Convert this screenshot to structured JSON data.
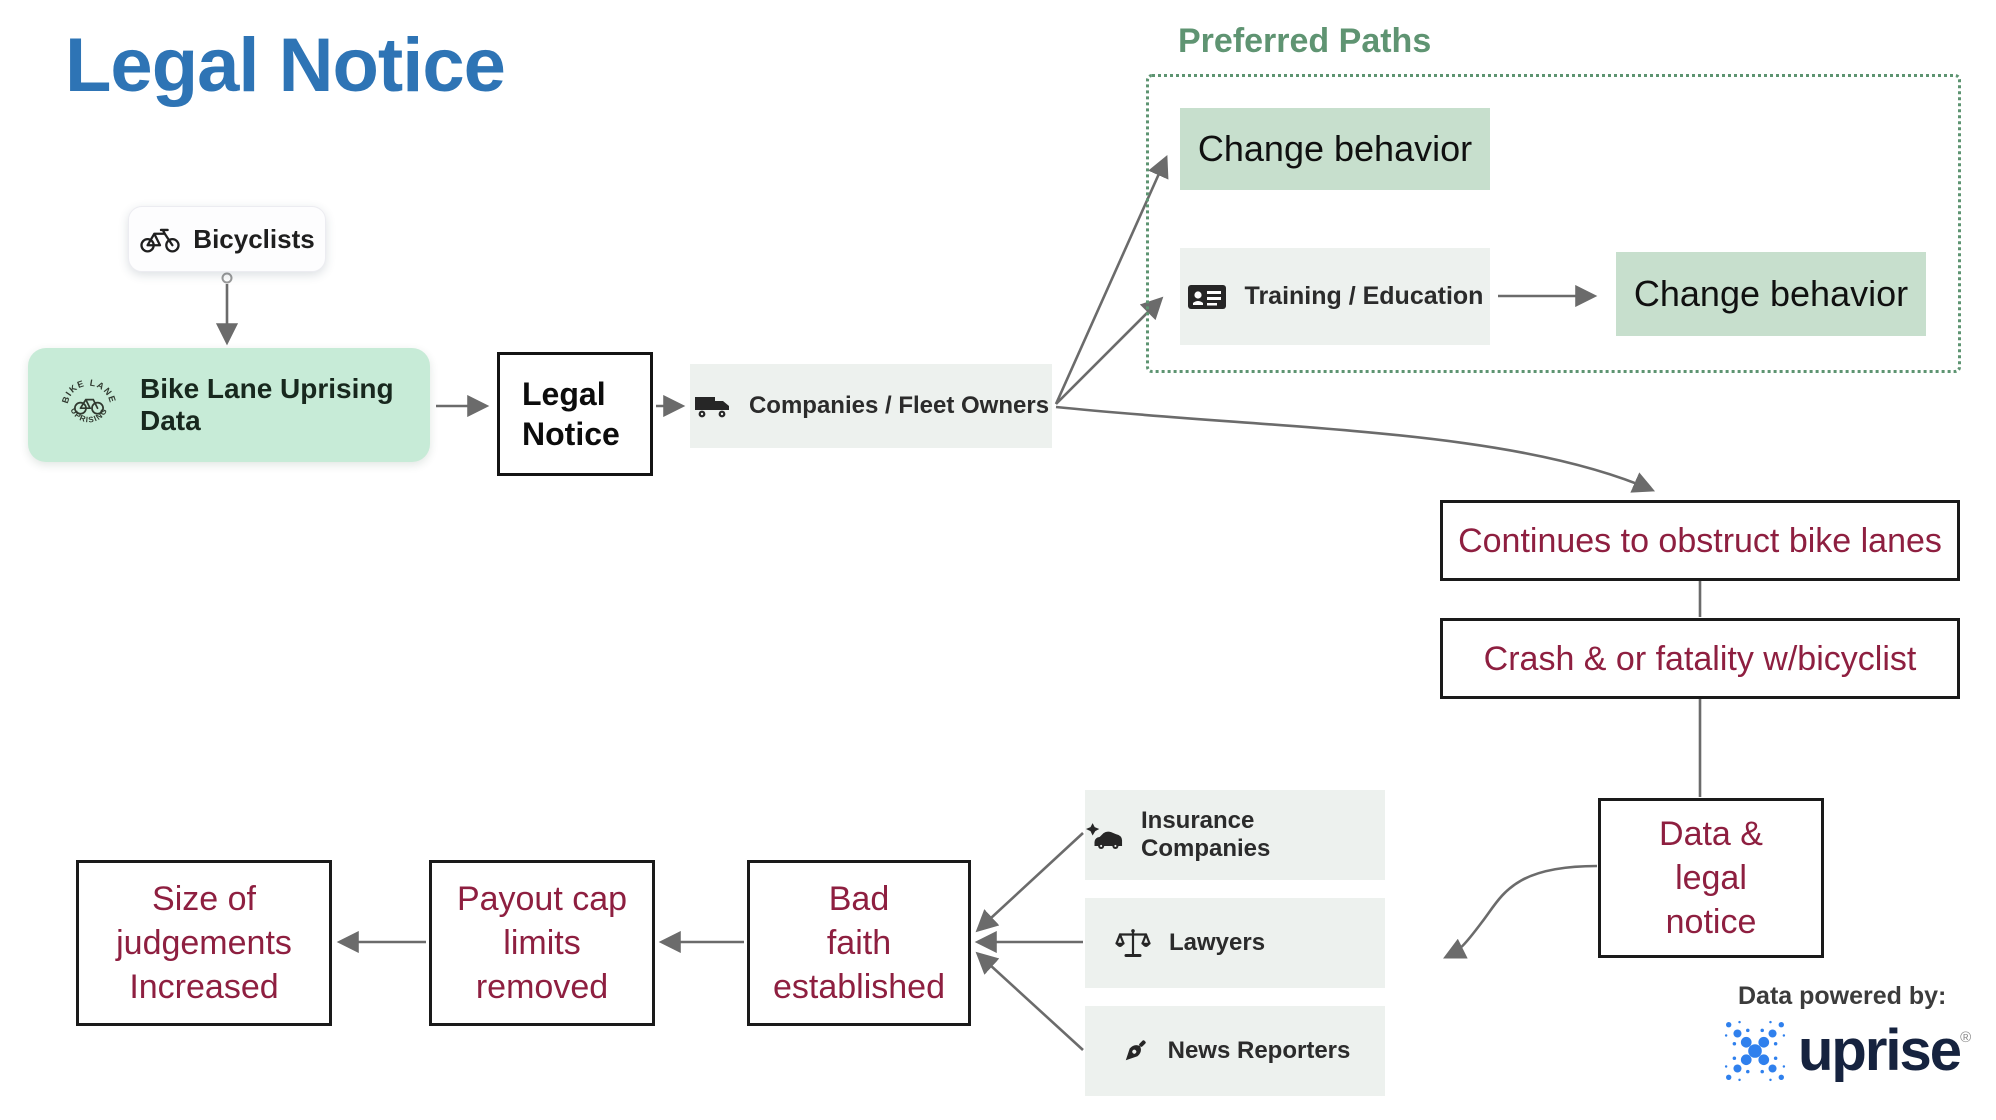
{
  "page": {
    "title": "Legal Notice"
  },
  "colors": {
    "title_blue": "#2e74b5",
    "maroon_text": "#8e1f40",
    "green_heading": "#5f9472",
    "mint_fill": "#c7ebd7",
    "sage_fill": "#c7dfcd",
    "gray_fill": "#edf1ee",
    "arrow_gray": "#6b6b6b",
    "uprise_blue": "#2f80ed",
    "uprise_navy": "#16233f"
  },
  "nodes": {
    "bicyclists": {
      "label": "Bicyclists",
      "icon": "bicycle-icon"
    },
    "blu_data": {
      "label": "Bike Lane Uprising Data",
      "icon": "bike-lane-uprising-logo",
      "logo_arc_top": "BIKE LANE",
      "logo_arc_bottom": "UPRISING"
    },
    "legal_notice": {
      "label": "Legal\nNotice"
    },
    "companies": {
      "label": "Companies / Fleet Owners",
      "icon": "truck-icon"
    },
    "change_behavior_1": {
      "label": "Change behavior"
    },
    "training": {
      "label": "Training / Education",
      "icon": "id-card-icon"
    },
    "change_behavior_2": {
      "label": "Change behavior"
    },
    "continues_obstruct": {
      "label": "Continues to obstruct bike lanes"
    },
    "crash_fatality": {
      "label": "Crash & or fatality w/bicyclist"
    },
    "data_legal_notice": {
      "label": "Data &\nlegal\nnotice"
    },
    "insurance": {
      "label": "Insurance Companies",
      "icon": "car-crash-icon"
    },
    "lawyers": {
      "label": "Lawyers",
      "icon": "scales-icon"
    },
    "news_reporters": {
      "label": "News Reporters",
      "icon": "pen-icon"
    },
    "bad_faith": {
      "label": "Bad\nfaith\nestablished"
    },
    "payout_cap": {
      "label": "Payout cap\nlimits\nremoved"
    },
    "size_judgements": {
      "label": "Size of\njudgements\nIncreased"
    }
  },
  "groups": {
    "preferred_paths": {
      "title": "Preferred Paths"
    }
  },
  "footer": {
    "powered_by": "Data powered by:",
    "brand": "uprise",
    "registered": "®"
  }
}
